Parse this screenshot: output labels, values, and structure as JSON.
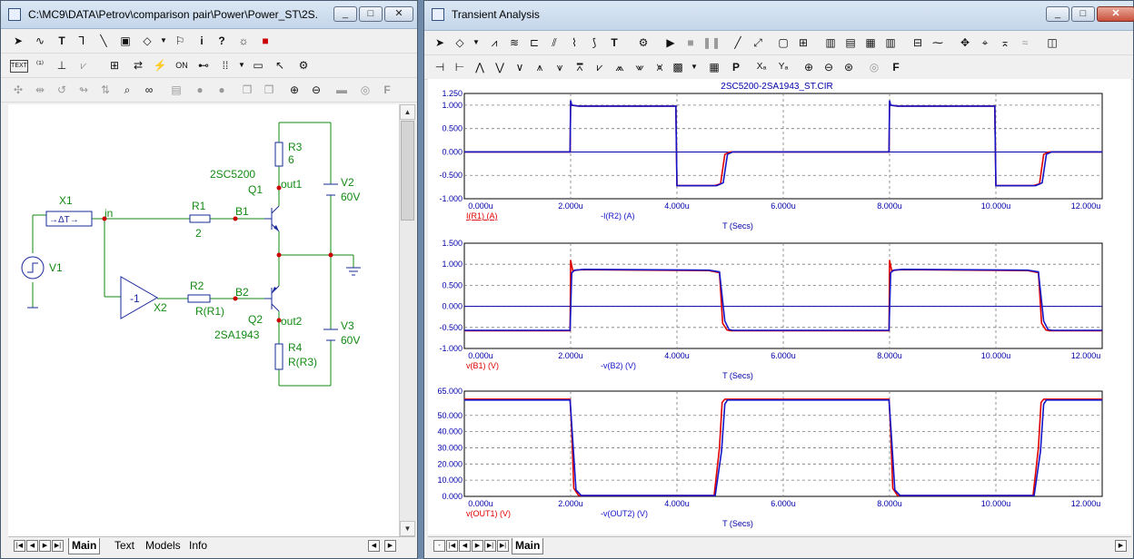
{
  "left_window": {
    "title": "C:\\MC9\\DATA\\Petrov\\comparison pair\\Power\\Power_ST\\2S...",
    "tabs": [
      "Main",
      "Text",
      "Models",
      "Info"
    ],
    "active_tab": "Main"
  },
  "right_window": {
    "title": "Transient Analysis",
    "tabs": [
      "Main"
    ],
    "active_tab": "Main"
  },
  "schematic": {
    "labels": {
      "x1": "X1",
      "in": "in",
      "v1": "V1",
      "r1": "R1",
      "r1_val": "2",
      "b1": "B1",
      "q1_model": "2SC5200",
      "q1": "Q1",
      "out1": "out1",
      "r3": "R3",
      "r3_val": "6",
      "v2": "V2",
      "v2_val": "60V",
      "x2": "X2",
      "x2_gain": "-1",
      "r2": "R2",
      "r2_val": "R(R1)",
      "b2": "B2",
      "q2": "Q2",
      "q2_model": "2SA1943",
      "out2": "out2",
      "r4": "R4",
      "r4_val": "R(R3)",
      "v3": "V3",
      "v3_val": "60V",
      "x1_symbol": "→ΔT→"
    }
  },
  "plot_header": "2SC5200-2SA1943_ST.CIR",
  "colors": {
    "trace_red": "#e00000",
    "trace_blue": "#1414c8",
    "axis_text": "#0000aa",
    "wire": "#138a13",
    "node": "#cc0000"
  },
  "chart_data": [
    {
      "type": "line",
      "xlabel": "T (Secs)",
      "x_ticks": [
        "0.000u",
        "2.000u",
        "4.000u",
        "6.000u",
        "8.000u",
        "10.000u",
        "12.000u"
      ],
      "y_ticks": [
        "1.250",
        "1.000",
        "0.500",
        "0.000",
        "-0.500",
        "-1.000"
      ],
      "xlim": [
        0,
        12
      ],
      "ylim": [
        -1.0,
        1.25
      ],
      "x_unit": "u",
      "grid": true,
      "series": [
        {
          "name": "I(R1) (A)",
          "color": "#e00000",
          "x": [
            0,
            1.99,
            2.0,
            2.02,
            2.15,
            3.98,
            4.0,
            4.7,
            4.82,
            4.9,
            5.0,
            7.99,
            8.0,
            8.02,
            8.15,
            9.98,
            10.0,
            10.7,
            10.82,
            10.9,
            11.0,
            12
          ],
          "y": [
            0,
            0,
            1.08,
            1.0,
            0.98,
            0.98,
            -0.72,
            -0.72,
            -0.68,
            -0.05,
            0,
            0,
            1.08,
            1.0,
            0.98,
            0.98,
            -0.72,
            -0.72,
            -0.68,
            -0.05,
            0,
            0
          ]
        },
        {
          "name": "-I(R2) (A)",
          "color": "#1414c8",
          "x": [
            0,
            1.99,
            2.0,
            2.02,
            2.15,
            3.98,
            4.0,
            4.75,
            4.87,
            4.95,
            5.05,
            7.99,
            8.0,
            8.02,
            8.15,
            9.98,
            10.0,
            10.75,
            10.87,
            10.95,
            11.05,
            12
          ],
          "y": [
            0,
            0,
            1.1,
            1.0,
            0.98,
            0.98,
            -0.72,
            -0.72,
            -0.66,
            -0.05,
            0,
            0,
            1.1,
            1.0,
            0.98,
            0.98,
            -0.72,
            -0.72,
            -0.66,
            -0.05,
            0,
            0
          ]
        }
      ]
    },
    {
      "type": "line",
      "xlabel": "T (Secs)",
      "x_ticks": [
        "0.000u",
        "2.000u",
        "4.000u",
        "6.000u",
        "8.000u",
        "10.000u",
        "12.000u"
      ],
      "y_ticks": [
        "1.500",
        "1.000",
        "0.500",
        "0.000",
        "-0.500",
        "-1.000"
      ],
      "xlim": [
        0,
        12
      ],
      "ylim": [
        -1.0,
        1.5
      ],
      "x_unit": "u",
      "grid": true,
      "series": [
        {
          "name": "v(B1) (V)",
          "color": "#e00000",
          "x": [
            0,
            1.99,
            2.0,
            2.04,
            2.2,
            4.6,
            4.8,
            4.86,
            4.94,
            5.0,
            7.99,
            8.0,
            8.04,
            8.2,
            10.6,
            10.8,
            10.86,
            10.94,
            11.0,
            12
          ],
          "y": [
            -0.58,
            -0.58,
            1.1,
            0.85,
            0.87,
            0.85,
            0.8,
            -0.4,
            -0.56,
            -0.58,
            -0.58,
            1.1,
            0.85,
            0.87,
            0.85,
            0.8,
            -0.4,
            -0.56,
            -0.58,
            -0.58
          ]
        },
        {
          "name": "-v(B2) (V)",
          "color": "#1414c8",
          "x": [
            0,
            1.99,
            2.02,
            2.08,
            2.25,
            4.6,
            4.8,
            4.9,
            4.98,
            5.05,
            7.99,
            8.02,
            8.08,
            8.25,
            10.6,
            10.8,
            10.9,
            10.98,
            11.05,
            12
          ],
          "y": [
            -0.57,
            -0.57,
            0.8,
            0.86,
            0.88,
            0.86,
            0.82,
            -0.35,
            -0.55,
            -0.57,
            -0.57,
            0.8,
            0.86,
            0.88,
            0.86,
            0.82,
            -0.35,
            -0.55,
            -0.57,
            -0.57
          ]
        }
      ]
    },
    {
      "type": "line",
      "xlabel": "T (Secs)",
      "x_ticks": [
        "0.000u",
        "2.000u",
        "4.000u",
        "6.000u",
        "8.000u",
        "10.000u",
        "12.000u"
      ],
      "y_ticks": [
        "65.000",
        "50.000",
        "40.000",
        "30.000",
        "20.000",
        "10.000",
        "0.000"
      ],
      "xlim": [
        0,
        12
      ],
      "ylim": [
        0,
        65
      ],
      "x_unit": "u",
      "grid": true,
      "series": [
        {
          "name": "v(OUT1) (V)",
          "color": "#e00000",
          "x": [
            0,
            1.99,
            2.02,
            2.06,
            2.15,
            4.7,
            4.8,
            4.85,
            4.9,
            7.99,
            8.02,
            8.06,
            8.15,
            10.7,
            10.8,
            10.85,
            10.9,
            12
          ],
          "y": [
            60,
            60,
            40,
            5,
            0.5,
            0.5,
            30,
            58,
            60,
            60,
            40,
            5,
            0.5,
            0.5,
            30,
            58,
            60,
            60
          ]
        },
        {
          "name": "-v(OUT2) (V)",
          "color": "#1414c8",
          "x": [
            0,
            1.99,
            2.04,
            2.1,
            2.2,
            4.72,
            4.84,
            4.9,
            4.95,
            7.99,
            8.04,
            8.1,
            8.2,
            10.72,
            10.84,
            10.9,
            10.95,
            12
          ],
          "y": [
            59.5,
            59.5,
            35,
            4,
            0.5,
            0.5,
            28,
            57,
            59.5,
            59.5,
            35,
            4,
            0.5,
            0.5,
            28,
            57,
            59.5,
            59.5
          ]
        }
      ]
    }
  ]
}
